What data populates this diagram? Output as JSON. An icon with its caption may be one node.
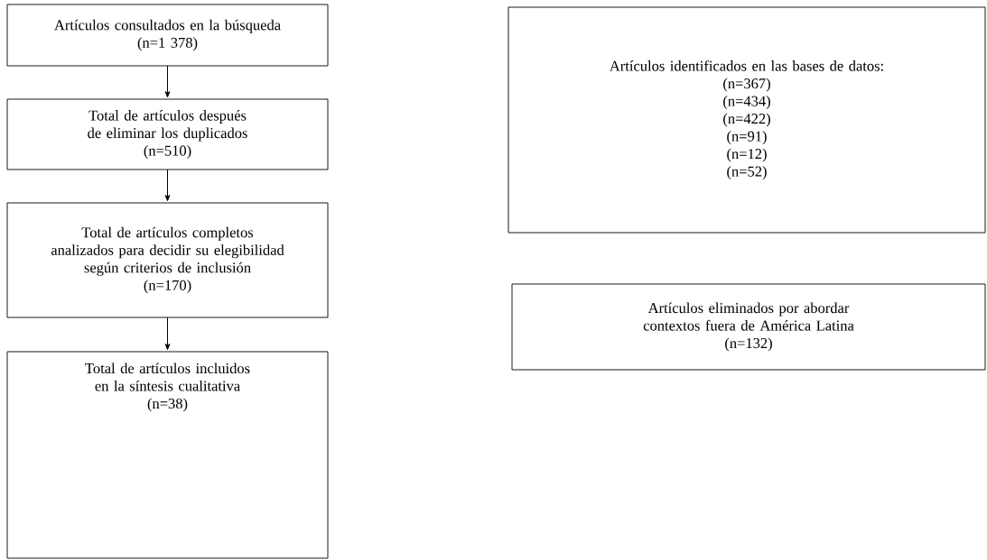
{
  "diagram": {
    "nodes": [
      {
        "text": [
          "Artículos consultados en la búsqueda",
          "(n=1 378)"
        ]
      },
      {
        "text": [
          "Total de artículos después de eliminar los duplicados",
          "(n=510)"
        ]
      },
      {
        "text": [
          "Total de artículos completos analizados para decidir su elegibilidad según criterios de inclusión",
          "(n=170)"
        ]
      },
      {
        "text": [
          "Total de artículos incluidos en la síntesis cualitativa",
          "(n=38)"
        ]
      },
      {
        "text": [
          "Artículos identificados en las bases de datos:",
          "(n=367)",
          "(n=434)",
          "(n=422)",
          "(n=91)",
          "(n=12)",
          "(n=52)"
        ]
      },
      {
        "text": [
          "Artículos eliminados por abordar contextos fuera de América Latina",
          "(n=132)"
        ]
      }
    ],
    "edges": [
      {
        "from": 0,
        "to": 1,
        "arrow": "to"
      },
      {
        "from": 1,
        "to": 2,
        "arrow": "to"
      },
      {
        "from": 2,
        "to": 3,
        "arrow": "to"
      }
    ]
  }
}
